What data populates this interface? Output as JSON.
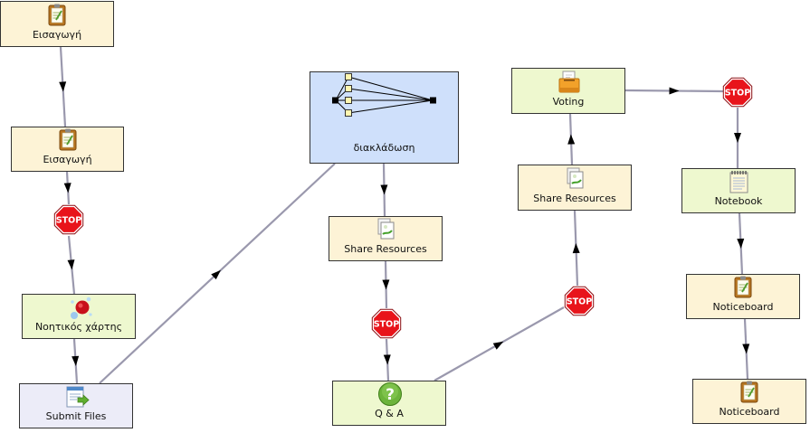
{
  "colors": {
    "gate": "#fdf3d6",
    "tool": "#eef8cf",
    "files": "#ececf8",
    "branch": "#cfe0fb",
    "line": "#9a98ad",
    "stop": "#e8141b"
  },
  "stop_label": "STOP",
  "nodes": [
    {
      "id": "intro1",
      "label": "Εισαγωγή",
      "icon": "clipboard-icon",
      "kind": "gate"
    },
    {
      "id": "intro2",
      "label": "Εισαγωγή",
      "icon": "clipboard-icon",
      "kind": "gate"
    },
    {
      "id": "mindmap",
      "label": "Νοητικός χάρτης",
      "icon": "bubbles-icon",
      "kind": "tool"
    },
    {
      "id": "submit",
      "label": "Submit Files",
      "icon": "submit-files-icon",
      "kind": "files"
    },
    {
      "id": "branch",
      "label": "διακλάδωση",
      "icon": "branching-icon",
      "kind": "branch"
    },
    {
      "id": "share1",
      "label": "Share Resources",
      "icon": "share-resources-icon",
      "kind": "gate"
    },
    {
      "id": "qa",
      "label": "Q & A",
      "icon": "question-icon",
      "kind": "tool"
    },
    {
      "id": "share2",
      "label": "Share Resources",
      "icon": "share-resources-icon",
      "kind": "gate"
    },
    {
      "id": "voting",
      "label": "Voting",
      "icon": "ballot-box-icon",
      "kind": "tool"
    },
    {
      "id": "notebook",
      "label": "Notebook",
      "icon": "notebook-icon",
      "kind": "tool"
    },
    {
      "id": "notice1",
      "label": "Noticeboard",
      "icon": "clipboard-icon",
      "kind": "gate"
    },
    {
      "id": "notice2",
      "label": "Noticeboard",
      "icon": "clipboard-icon",
      "kind": "gate"
    }
  ]
}
